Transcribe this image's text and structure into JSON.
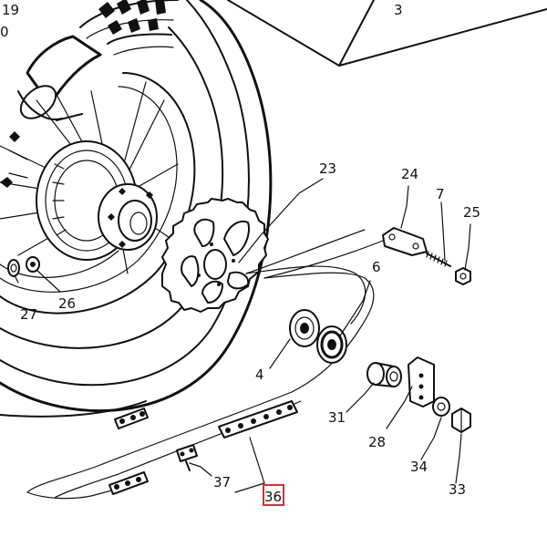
{
  "diagram": {
    "highlight_color": "#e8282f",
    "line_color": "#111111",
    "highlighted_part": "36",
    "callouts": {
      "c19": "19",
      "c10": "0",
      "c3": "3",
      "c23": "23",
      "c24": "24",
      "c7": "7",
      "c25": "25",
      "c6": "6",
      "c27": "27",
      "c26": "26",
      "c4": "4",
      "c31": "31",
      "c28": "28",
      "c34": "34",
      "c33": "33",
      "c37": "37",
      "c36": "36"
    }
  }
}
